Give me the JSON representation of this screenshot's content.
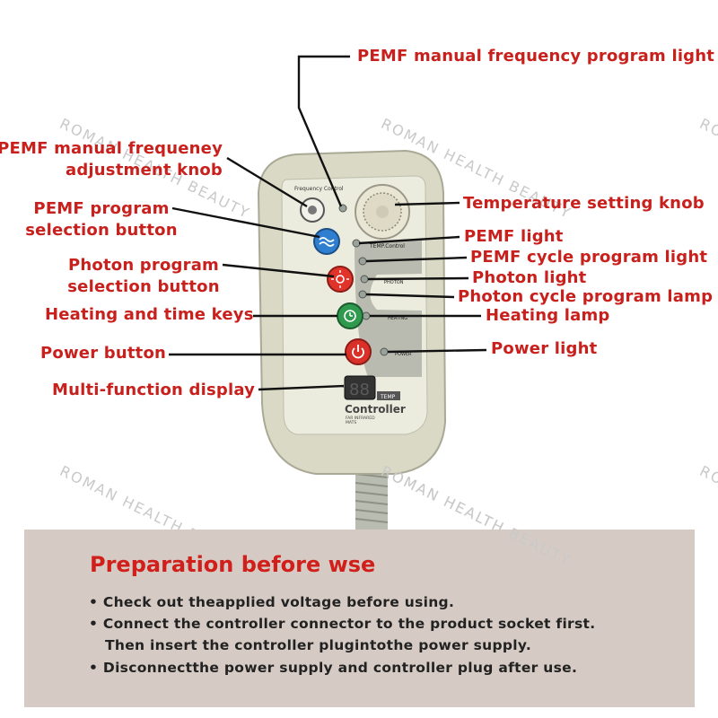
{
  "watermark": "ROMAN HEALTH BEAUTY",
  "callouts": {
    "pemf_manual_frequency_light": "PEMF manual frequency program light",
    "pemf_adjust_knob_line1": "PEMF manual frequeney",
    "pemf_adjust_knob_line2": "adjustment knob",
    "pemf_program_button_line1": "PEMF program",
    "pemf_program_button_line2": "selection button",
    "photon_program_button_line1": "Photon program",
    "photon_program_button_line2": "selection button",
    "heating_time_keys": "Heating and time keys",
    "power_button": "Power button",
    "multi_function_display": "Multi-function display",
    "temperature_knob": "Temperature setting knob",
    "pemf_light": "PEMF light",
    "pemf_cycle_light": "PEMF cycle program light",
    "photon_light": "Photon light",
    "photon_cycle_lamp": "Photon cycle program lamp",
    "heating_lamp": "Heating lamp",
    "power_light": "Power light"
  },
  "device": {
    "frequency_control": "Frequency Control",
    "temp_control": "TEMP.Control",
    "photon": "PHOTON",
    "heating": "HEATING",
    "power": "POWER",
    "temp": "TEMP",
    "display_value": "88",
    "brand": "Controller",
    "subtitle_line1": "FAR INFRARED",
    "subtitle_line2": "MATS",
    "body_color": "#d9d9c6",
    "pemf_button_color": "#2f7fd0",
    "photon_button_color": "#e0332a",
    "heating_button_color": "#2f9a4e",
    "power_button_color": "#d9302a"
  },
  "preparation": {
    "title": "Preparation before wse",
    "bullets": [
      "Check out theapplied voltage before using.",
      "Connect the controller connector to the product socket first.",
      "Disconnectthe power supply and controller plug after use."
    ],
    "bullet2_continuation": "Then insert the controller plugintothe power supply."
  },
  "colors": {
    "label_red": "#c8201c",
    "title_red": "#d11f1b",
    "panel_bg": "#d6cbc4"
  }
}
